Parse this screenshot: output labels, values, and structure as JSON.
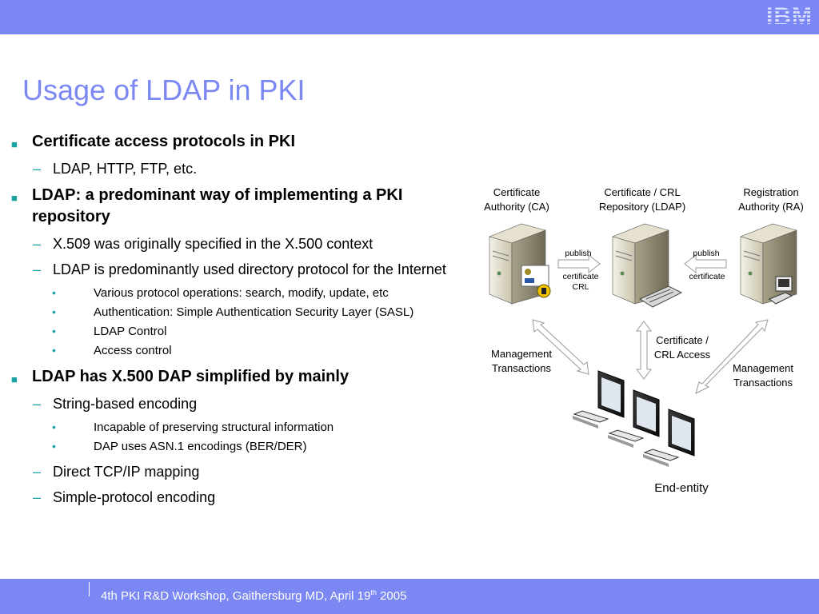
{
  "header": {
    "logo_text": "IBM",
    "accent_color": "#7b87f2"
  },
  "title": "Usage of LDAP in PKI",
  "bullets": [
    {
      "text": "Certificate access protocols in PKI",
      "sub": [
        {
          "text": "LDAP, HTTP, FTP, etc."
        }
      ]
    },
    {
      "text": "LDAP: a predominant way of implementing a PKI repository",
      "sub": [
        {
          "text": "X.509 was originally specified  in the X.500 context"
        },
        {
          "text": "LDAP is predominantly used directory protocol for the Internet",
          "sub": [
            "Various protocol operations: search, modify, update, etc",
            "Authentication: Simple Authentication Security Layer (SASL)",
            "LDAP Control",
            "Access control"
          ]
        }
      ]
    },
    {
      "text": "LDAP has X.500 DAP simplified by mainly",
      "sub": [
        {
          "text": "String-based encoding",
          "sub": [
            "Incapable of preserving structural information",
            "DAP uses ASN.1 encodings (BER/DER)"
          ]
        },
        {
          "text": "Direct TCP/IP mapping"
        },
        {
          "text": "Simple-protocol encoding"
        }
      ]
    }
  ],
  "diagram": {
    "ca_label": [
      "Certificate",
      "Authority (CA)"
    ],
    "repo_label": [
      "Certificate / CRL",
      "Repository (LDAP)"
    ],
    "ra_label": [
      "Registration",
      "Authority (RA)"
    ],
    "publish_left": "publish",
    "publish_left_items": [
      "certificate",
      "CRL"
    ],
    "publish_right": "publish",
    "publish_right_item": "certificate",
    "mgmt_left": [
      "Management",
      "Transactions"
    ],
    "access": [
      "Certificate /",
      "CRL Access"
    ],
    "mgmt_right": [
      "Management",
      "Transactions"
    ],
    "end_entity": "End-entity"
  },
  "footer": {
    "text_before": "4th PKI R&D Workshop, Gaithersburg MD, April 19",
    "sup": "th",
    "text_after": " 2005"
  }
}
